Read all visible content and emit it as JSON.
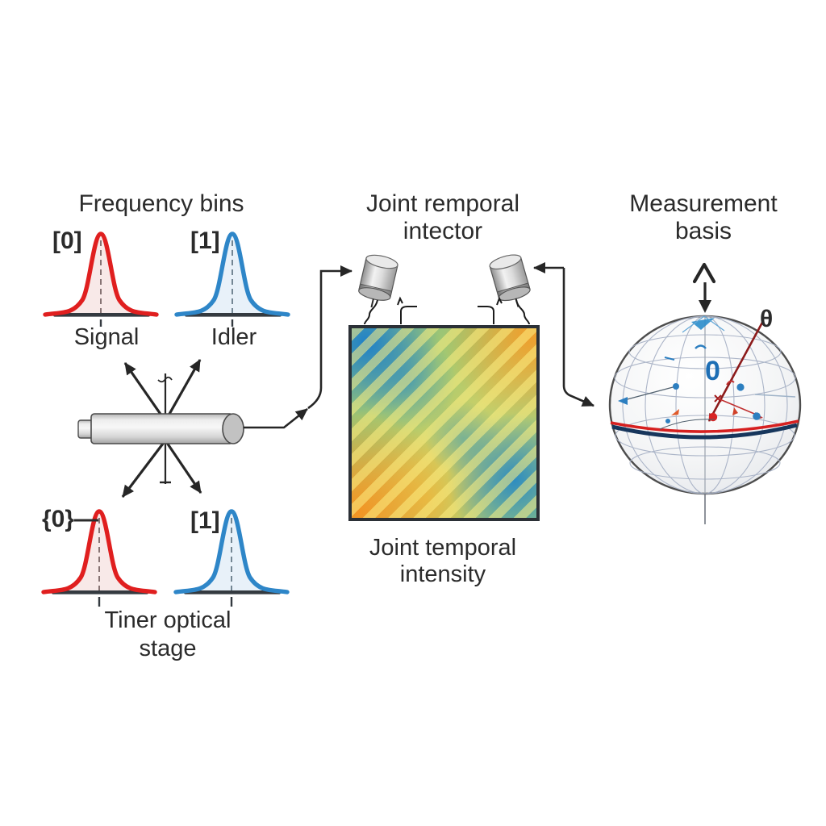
{
  "left_panel": {
    "title": "Frequency bins",
    "signal_bin_label": "[0]",
    "idler_bin_label": "[1]",
    "signal_label": "Signal",
    "idler_label": "Idler"
  },
  "time_panel": {
    "bin0_label": "{0}—",
    "bin1_label": "[1]",
    "caption_line1": "Tiner optical",
    "caption_line2": "stage"
  },
  "middle_panel": {
    "title_line1": "Joint remporal",
    "title_line2": "intector",
    "caption_line1": "Joint temporal",
    "caption_line2": "intensity"
  },
  "right_panel": {
    "title_line1": "Measurement",
    "title_line2": "basis",
    "theta_label": "θ",
    "pole_label": "0"
  },
  "colors": {
    "signal_red": "#e01f1f",
    "idler_blue": "#2e86c8",
    "line_dark": "#262626",
    "equator_red": "#d62020",
    "equator_navy": "#17365c",
    "pole_blue": "#1e6fb5",
    "heatmap_palette": [
      "#2f9ec9",
      "#7fbf7f",
      "#e7d24f",
      "#f0a032"
    ]
  }
}
